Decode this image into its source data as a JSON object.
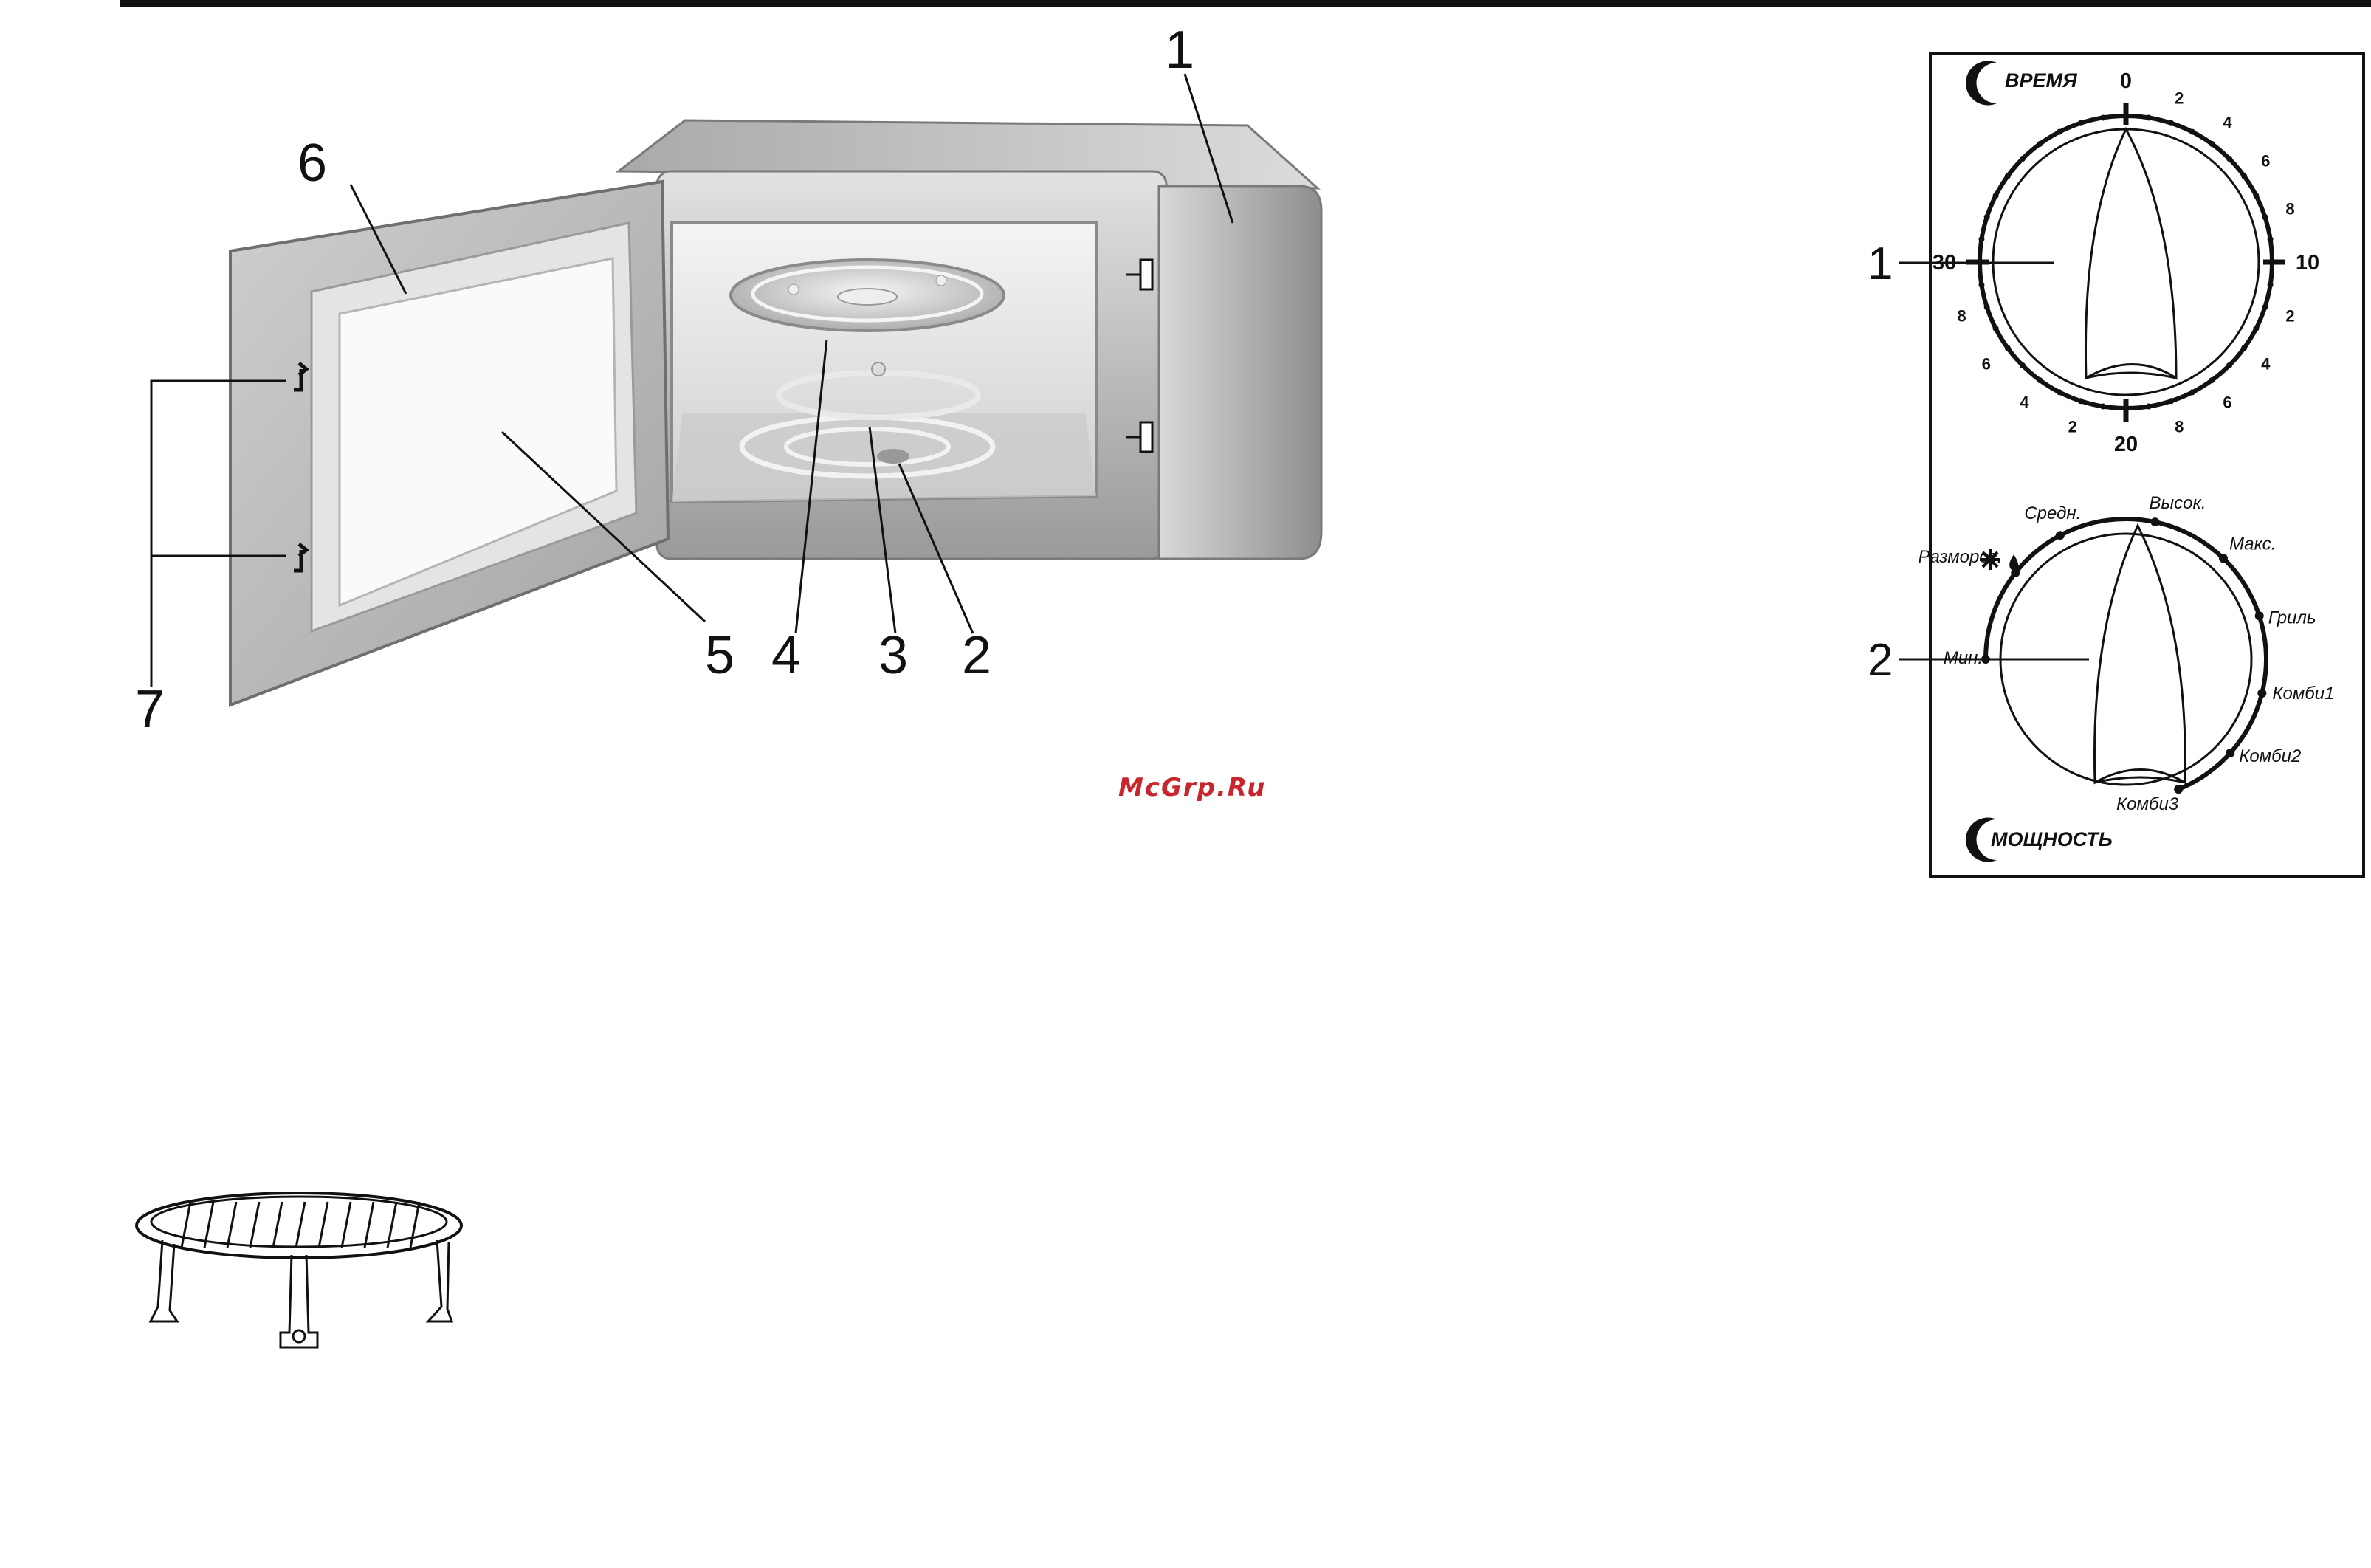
{
  "callouts": {
    "n1": "1",
    "n2": "2",
    "n3": "3",
    "n4": "4",
    "n5": "5",
    "n6": "6",
    "n7": "7"
  },
  "watermark": "McGrp.Ru",
  "panel": {
    "callout_time": "1",
    "callout_power": "2",
    "time_title": "ВРЕМЯ",
    "power_title": "МОЩНОСТЬ",
    "time_major": [
      "0",
      "10",
      "20",
      "30"
    ],
    "time_minor": [
      "2",
      "4",
      "6",
      "8",
      "2",
      "4",
      "6",
      "8",
      "2",
      "4",
      "6",
      "8"
    ],
    "power_levels": [
      "Мин.",
      "Размороз.",
      "Средн.",
      "Высок.",
      "Макс.",
      "Гриль",
      "Комби1",
      "Комби2",
      "Комби3"
    ],
    "defrost_icon": "snowflake-droplet-icon",
    "knob_icon": "crescent-knob-icon"
  },
  "colors": {
    "line": "#111111",
    "body_light": "#d2d2d2",
    "body_dark": "#8f8f8f",
    "watermark": "#c8262c"
  }
}
